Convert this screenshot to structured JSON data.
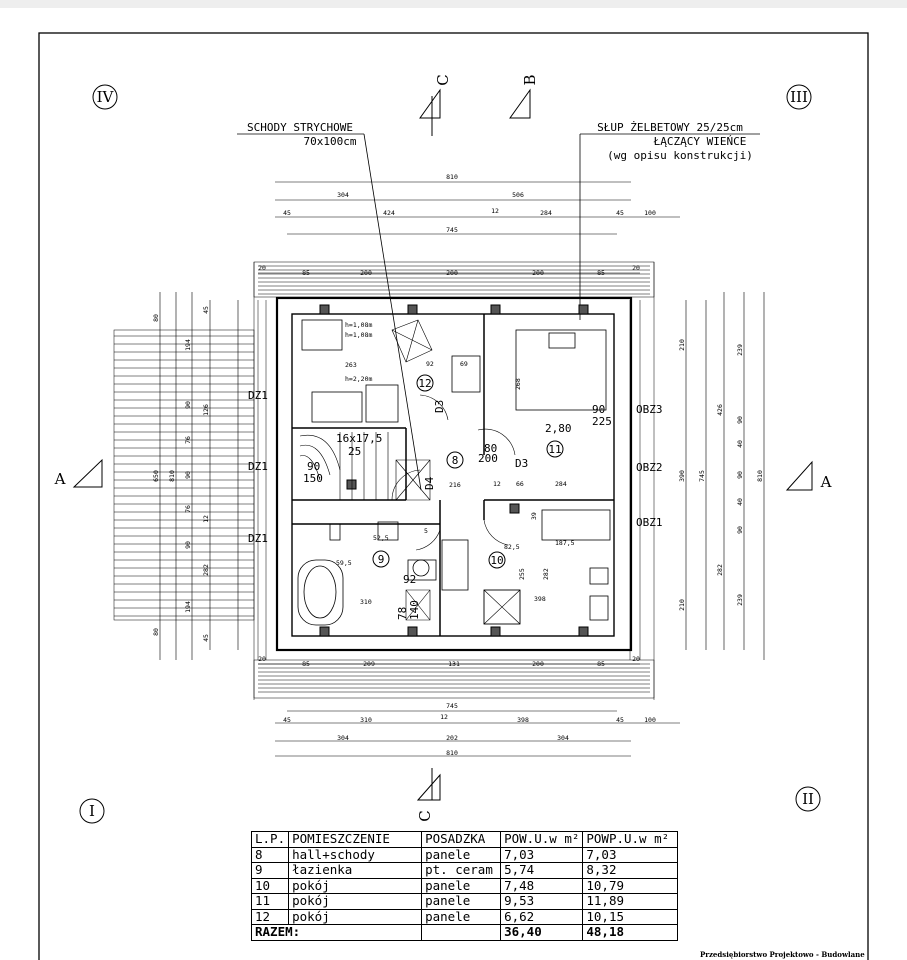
{
  "axes": {
    "iv": "IV",
    "iii": "III",
    "i": "I",
    "ii": "II"
  },
  "sections": {
    "a_left": "A",
    "a_right": "A",
    "b_top": "B",
    "c_top": "C",
    "c_bottom": "C"
  },
  "callouts": {
    "stairs_title": "SCHODY STRYCHOWE",
    "stairs_size": "70x100cm",
    "column_title": "SŁUP ŻELBETOWY 25/25cm",
    "column_line2": "ŁĄCZĄCY WIEŃCE",
    "column_line3": "(wg opisu konstrukcji)"
  },
  "dims_top": [
    "810",
    "304",
    "506",
    "45",
    "424",
    "12",
    "284",
    "45",
    "100",
    "745",
    "20",
    "85",
    "200",
    "200",
    "200",
    "85",
    "20"
  ],
  "dims_bottom": [
    "20",
    "85",
    "209",
    "131",
    "200",
    "85",
    "20",
    "745",
    "45",
    "310",
    "12",
    "398",
    "45",
    "100",
    "304",
    "202",
    "304",
    "810"
  ],
  "dims_left": [
    "80",
    "194",
    "126",
    "45",
    "90",
    "76",
    "650",
    "810",
    "90",
    "76",
    "12",
    "90",
    "282",
    "194",
    "80",
    "45"
  ],
  "dims_right": [
    "210",
    "239",
    "426",
    "90",
    "40",
    "90",
    "745",
    "810",
    "40",
    "90",
    "282",
    "239",
    "210",
    "390"
  ],
  "interior_labels": {
    "h1": "h=1,08m",
    "h2": "h=1,08m",
    "h3": "h=2,20m",
    "d263": "263",
    "d92a": "92",
    "d69": "69",
    "d268": "268",
    "stairs_spec": "16x17,5",
    "stairs_25": "25",
    "d216": "216",
    "d12": "12",
    "d66": "66",
    "d284": "284",
    "d310": "310",
    "d59": "59,5",
    "d52": "52,5",
    "d5": "5",
    "d82": "82,5",
    "d187": "187,5",
    "d255": "255",
    "d282": "282",
    "d398": "398",
    "d39": "39",
    "d2_80": "2,80"
  },
  "windows": {
    "dz1_top": "DZ1",
    "dz1_mid": "DZ1",
    "dz1_bot": "DZ1",
    "obz3": "OBZ3",
    "obz2": "OBZ2",
    "obz1": "OBZ1",
    "w90_225": "90",
    "w225": "225",
    "w90_150": "90",
    "w150": "150"
  },
  "doors": {
    "d3": "D3",
    "d4": "D4",
    "d80": "80",
    "d200": "200",
    "d92": "92",
    "d140": "140",
    "d78": "78"
  },
  "rooms": {
    "r8": "8",
    "r9": "9",
    "r10": "10",
    "r11": "11",
    "r12": "12"
  },
  "legend": {
    "headers": [
      "L.P.",
      "POMIESZCZENIE",
      "POSADZKA",
      "POW.U.w m²",
      "POWP.U.w m²"
    ],
    "rows": [
      {
        "lp": "8",
        "name": "hall+schody",
        "floor": "panele",
        "area": "7,03",
        "gross": "7,03"
      },
      {
        "lp": "9",
        "name": "łazienka",
        "floor": "pt. ceram",
        "area": "5,74",
        "gross": "8,32"
      },
      {
        "lp": "10",
        "name": "pokój",
        "floor": "panele",
        "area": "7,48",
        "gross": "10,79"
      },
      {
        "lp": "11",
        "name": "pokój",
        "floor": "panele",
        "area": "9,53",
        "gross": "11,89"
      },
      {
        "lp": "12",
        "name": "pokój",
        "floor": "panele",
        "area": "6,62",
        "gross": "10,15"
      }
    ],
    "total_label": "RAZEM:",
    "total_area": "36,40",
    "total_gross": "48,18"
  },
  "footer": "Przedsiębiorstwo Projektowo - Budowlane"
}
